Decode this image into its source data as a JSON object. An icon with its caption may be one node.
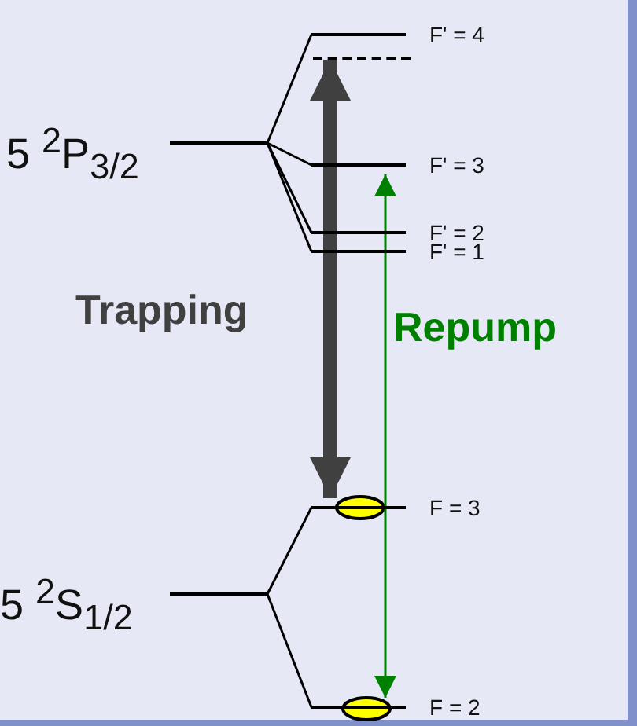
{
  "diagram": {
    "nodes": [
      {
        "text": [
          "5 $^{2}$P$_{3/2}$"
        ]
      },
      {
        "text": [
          "F' = 4"
        ]
      },
      {
        "text": [],
        "shape": "bar"
      },
      {
        "text": [
          "F' = 3"
        ]
      },
      {
        "text": [
          "F' = 2"
        ]
      },
      {
        "text": [
          "F' = 1"
        ]
      },
      {
        "text": [
          "5 $^{2}$S$_{1/2}$"
        ]
      },
      {
        "text": [
          "F = 3"
        ]
      },
      {
        "text": [
          "F = 2"
        ]
      }
    ],
    "edges": [
      {
        "from": 0,
        "to": 1,
        "arrow": "none"
      },
      {
        "from": 0,
        "to": 3,
        "arrow": "none"
      },
      {
        "from": 0,
        "to": 4,
        "arrow": "none"
      },
      {
        "from": 0,
        "to": 5,
        "arrow": "none"
      },
      {
        "from": 6,
        "to": 7,
        "arrow": "none"
      },
      {
        "from": 6,
        "to": 8,
        "arrow": "none"
      },
      {
        "from": 7,
        "to": 2,
        "arrow": "both",
        "label": "Trapping",
        "style": "thick",
        "color": "#404040"
      },
      {
        "from": 8,
        "to": 3,
        "arrow": "both",
        "label": "Repump",
        "color": "#008000"
      }
    ]
  }
}
